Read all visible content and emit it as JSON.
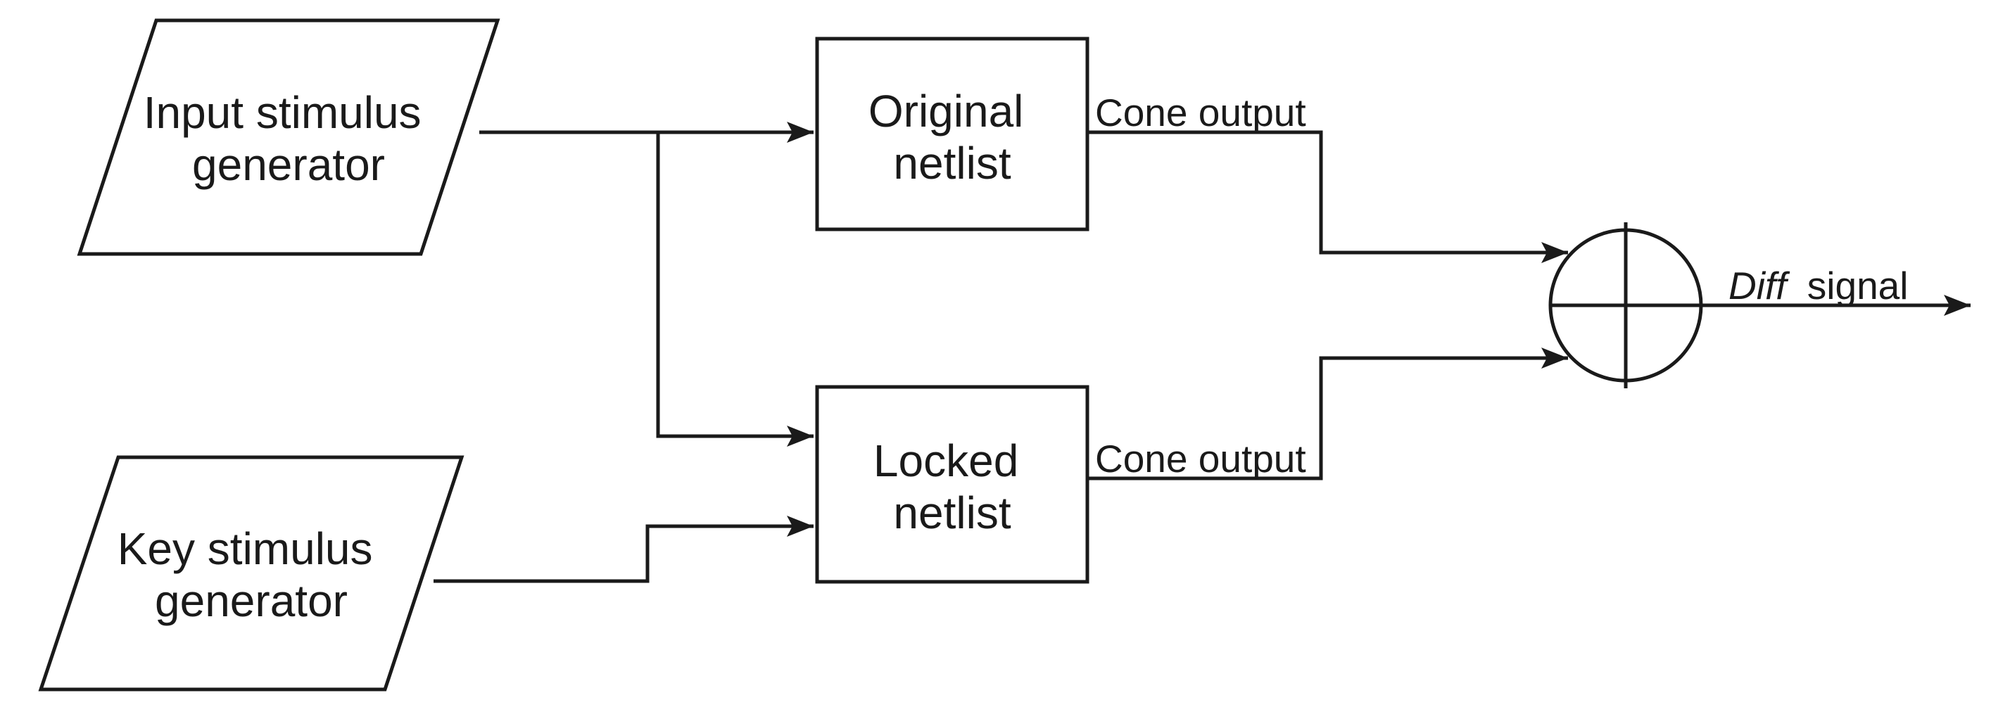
{
  "diagram": {
    "canvas": {
      "background": "#ffffff",
      "line_color": "#1a1a1a",
      "text_color": "#1a1a1a"
    },
    "nodes": {
      "input_generator": {
        "shape": "parallelogram",
        "line1": "Input stimulus",
        "line2": "generator"
      },
      "key_generator": {
        "shape": "parallelogram",
        "line1": "Key stimulus",
        "line2": "generator"
      },
      "original_netlist": {
        "shape": "rectangle",
        "line1": "Original",
        "line2": "netlist"
      },
      "locked_netlist": {
        "shape": "rectangle",
        "line1": "Locked",
        "line2": "netlist"
      },
      "xor_comparator": {
        "shape": "circle-plus",
        "icon": "xor-icon"
      }
    },
    "edge_labels": {
      "cone_output_top": "Cone output",
      "cone_output_bottom": "Cone output",
      "diff_word": "Diff",
      "signal_word": "signal"
    }
  }
}
